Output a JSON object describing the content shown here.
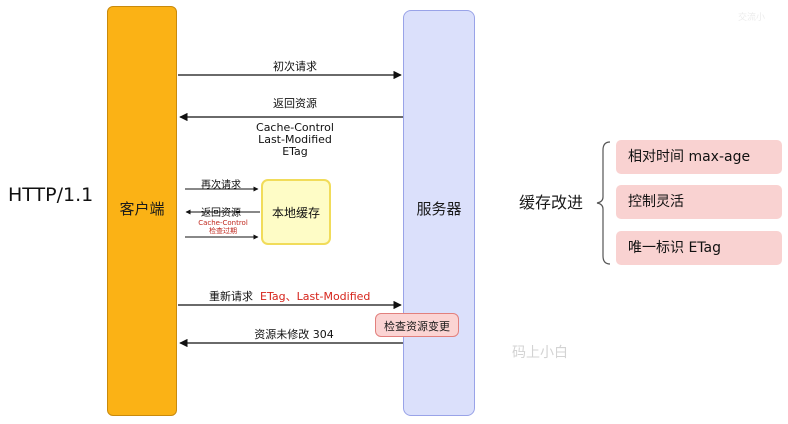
{
  "protocol": "HTTP/1.1",
  "client": {
    "label": "客户端"
  },
  "server": {
    "label": "服务器"
  },
  "cache": {
    "label": "本地缓存"
  },
  "messages": {
    "first_request": "初次请求",
    "response_lines": [
      "返回资源",
      "Cache-Control",
      "Last-Modified",
      "ETag"
    ],
    "second_request": "再次请求",
    "cache_return": "返回资源",
    "cache_control_note": "Cache-Control",
    "expiry_check": "检查过期",
    "re_request": "重新请求",
    "re_request_headers": "ETag、Last-Modified",
    "check_change": "检查资源变更",
    "not_modified": "资源未修改 304"
  },
  "improvements": {
    "title": "缓存改进",
    "items": [
      "相对时间 max-age",
      "控制灵活",
      "唯一标识 ETag"
    ]
  },
  "watermark": "码上小白",
  "corner_mark": "交流小"
}
